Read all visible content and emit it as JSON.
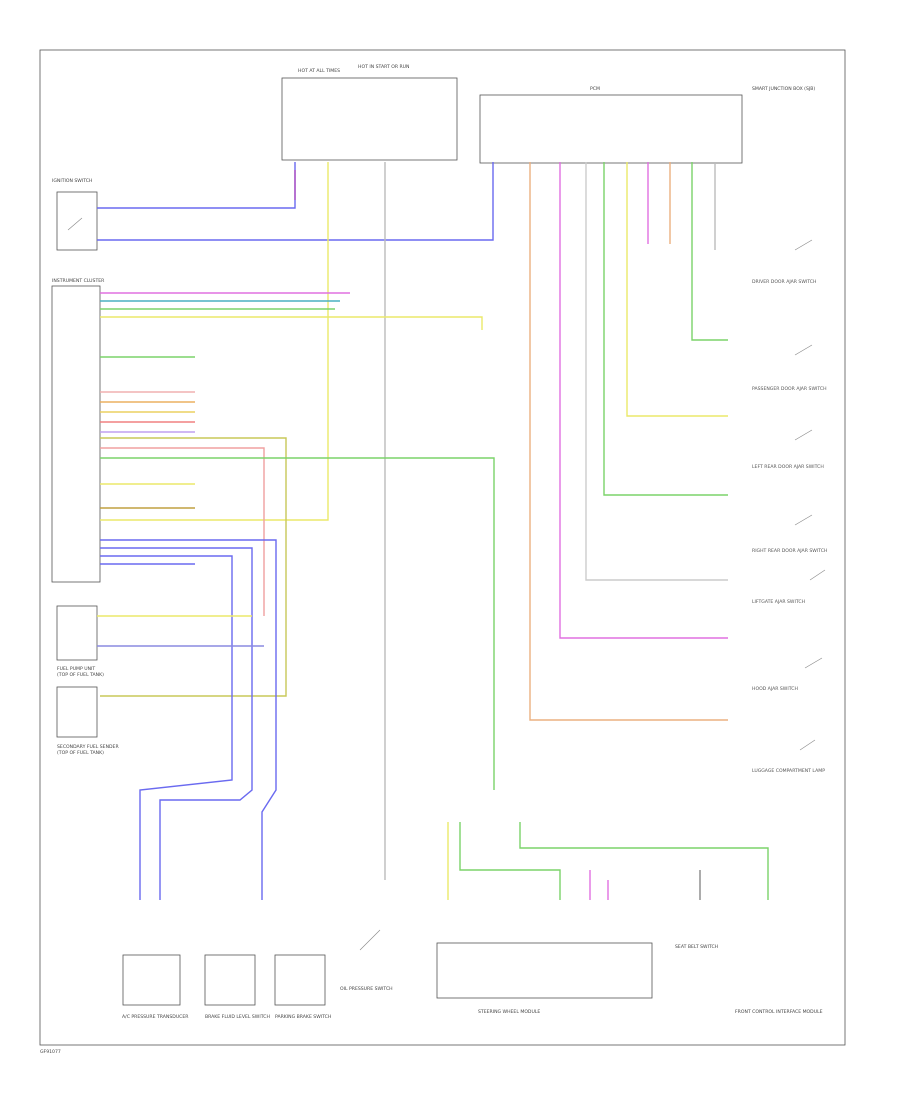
{
  "diagram": {
    "footer_code": "GF91077",
    "top_fuse_labels": [
      "HOT AT ALL TIMES",
      "HOT IN START OR RUN"
    ],
    "ground_label": "PCM",
    "main_module_right_label": "SMART JUNCTION BOX (SJB)",
    "left_module_label": "INSTRUMENT CLUSTER",
    "switch_label": "IGNITION SWITCH",
    "components": {
      "fuel_sender": "FUEL PUMP UNIT",
      "fuel_sender_sub": "(TOP OF FUEL TANK)",
      "aux_sender": "SECONDARY FUEL SENDER",
      "aux_sender_sub": "(TOP OF FUEL TANK)",
      "bottom_left_a": "A/C PRESSURE TRANSDUCER",
      "bottom_left_b": "BRAKE FLUID LEVEL SWITCH",
      "bottom_left_c": "PARKING BRAKE SWITCH",
      "bottom_mid": "OIL PRESSURE SWITCH",
      "bottom_center": "STEERING WHEEL MODULE",
      "bottom_right_a": "SEAT BELT SWITCH",
      "bottom_right_b": "FRONT CONTROL INTERFACE MODULE",
      "right_1": "DRIVER DOOR AJAR SWITCH",
      "right_2": "PASSENGER DOOR AJAR SWITCH",
      "right_3": "LEFT REAR DOOR AJAR SWITCH",
      "right_4": "RIGHT REAR DOOR AJAR SWITCH",
      "right_5": "LIFTGATE AJAR SWITCH",
      "right_6": "HOOD AJAR SWITCH",
      "right_7": "LUGGAGE COMPARTMENT LAMP"
    }
  }
}
